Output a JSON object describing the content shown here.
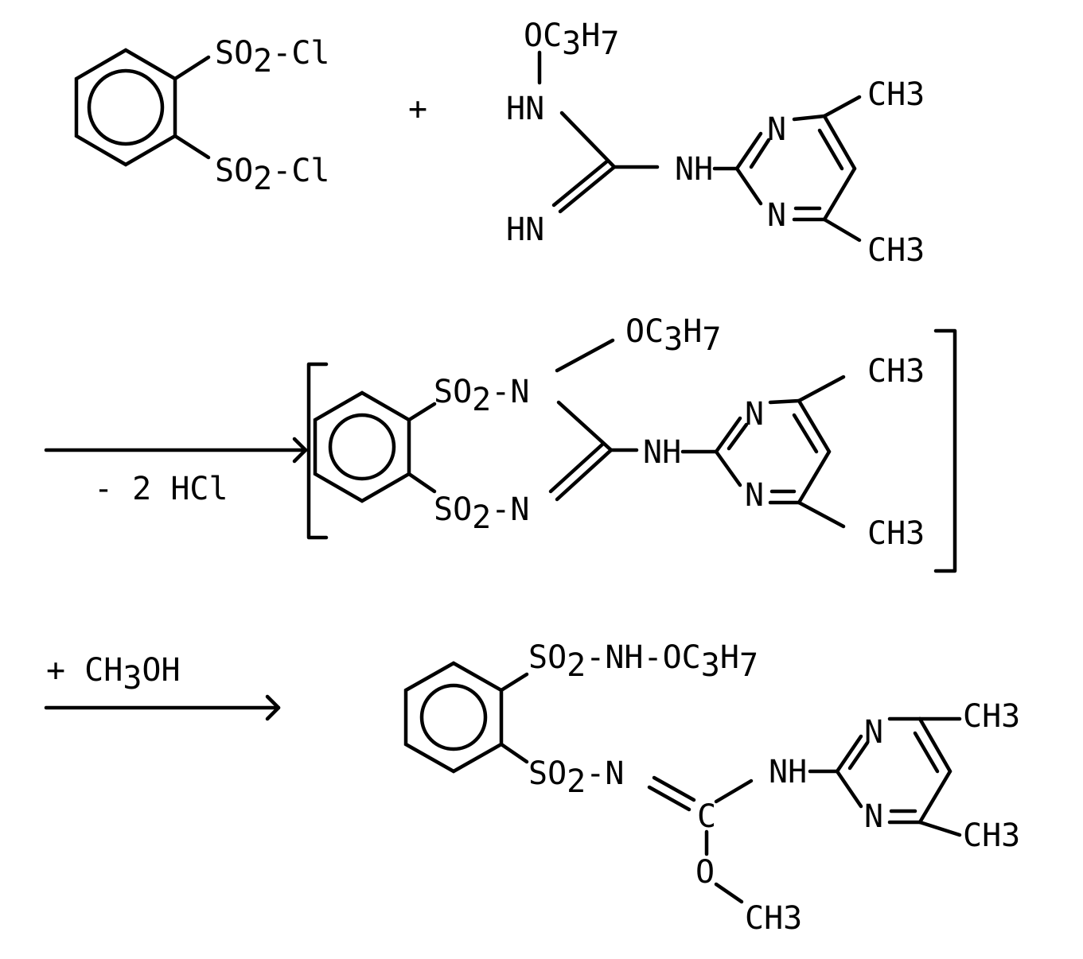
{
  "reactant1": {
    "top_group": {
      "text": "SO",
      "sub": "2",
      "tail": "-Cl"
    },
    "bottom_group": {
      "text": "SO",
      "sub": "2",
      "tail": "-Cl"
    }
  },
  "plus_sign": "+",
  "reactant2": {
    "alkoxy": {
      "text": "OC",
      "sub1": "3",
      "text2": "H",
      "sub2": "7"
    },
    "hn_top": "HN",
    "hn_bottom": "HN",
    "nh_link": "NH",
    "n_top": "N",
    "n_bottom": "N",
    "me_top": {
      "text": "CH",
      "sub": "3"
    },
    "me_bottom": {
      "text": "CH",
      "sub": "3"
    }
  },
  "step1": {
    "reagent": "- 2 HCl"
  },
  "intermediate": {
    "alkoxy": {
      "text": "OC",
      "sub1": "3",
      "text2": "H",
      "sub2": "7"
    },
    "so2_top": {
      "text": "SO",
      "sub": "2",
      "tail": "-N"
    },
    "so2_bottom": {
      "text": "SO",
      "sub": "2",
      "tail": "-N"
    },
    "nh_link": "NH",
    "n_top": "N",
    "n_bottom": "N",
    "me_top": {
      "text": "CH",
      "sub": "3"
    },
    "me_bottom": {
      "text": "CH",
      "sub": "3"
    }
  },
  "step2": {
    "reagent": {
      "text": "+ CH",
      "sub": "3",
      "tail": "OH"
    }
  },
  "product": {
    "so2_top": {
      "text": "SO",
      "sub1": "2",
      "text2": "-NH-OC",
      "sub2": "3",
      "text3": "H",
      "sub3": "7"
    },
    "so2_bottom": {
      "text": "SO",
      "sub": "2",
      "tail": "-N"
    },
    "carbon": "C",
    "oxygen": "O",
    "methoxy": {
      "text": "CH",
      "sub": "3"
    },
    "nh_link": "NH",
    "n_top": "N",
    "n_bottom": "N",
    "me_top": {
      "text": "CH",
      "sub": "3"
    },
    "me_bottom": {
      "text": "CH",
      "sub": "3"
    }
  }
}
